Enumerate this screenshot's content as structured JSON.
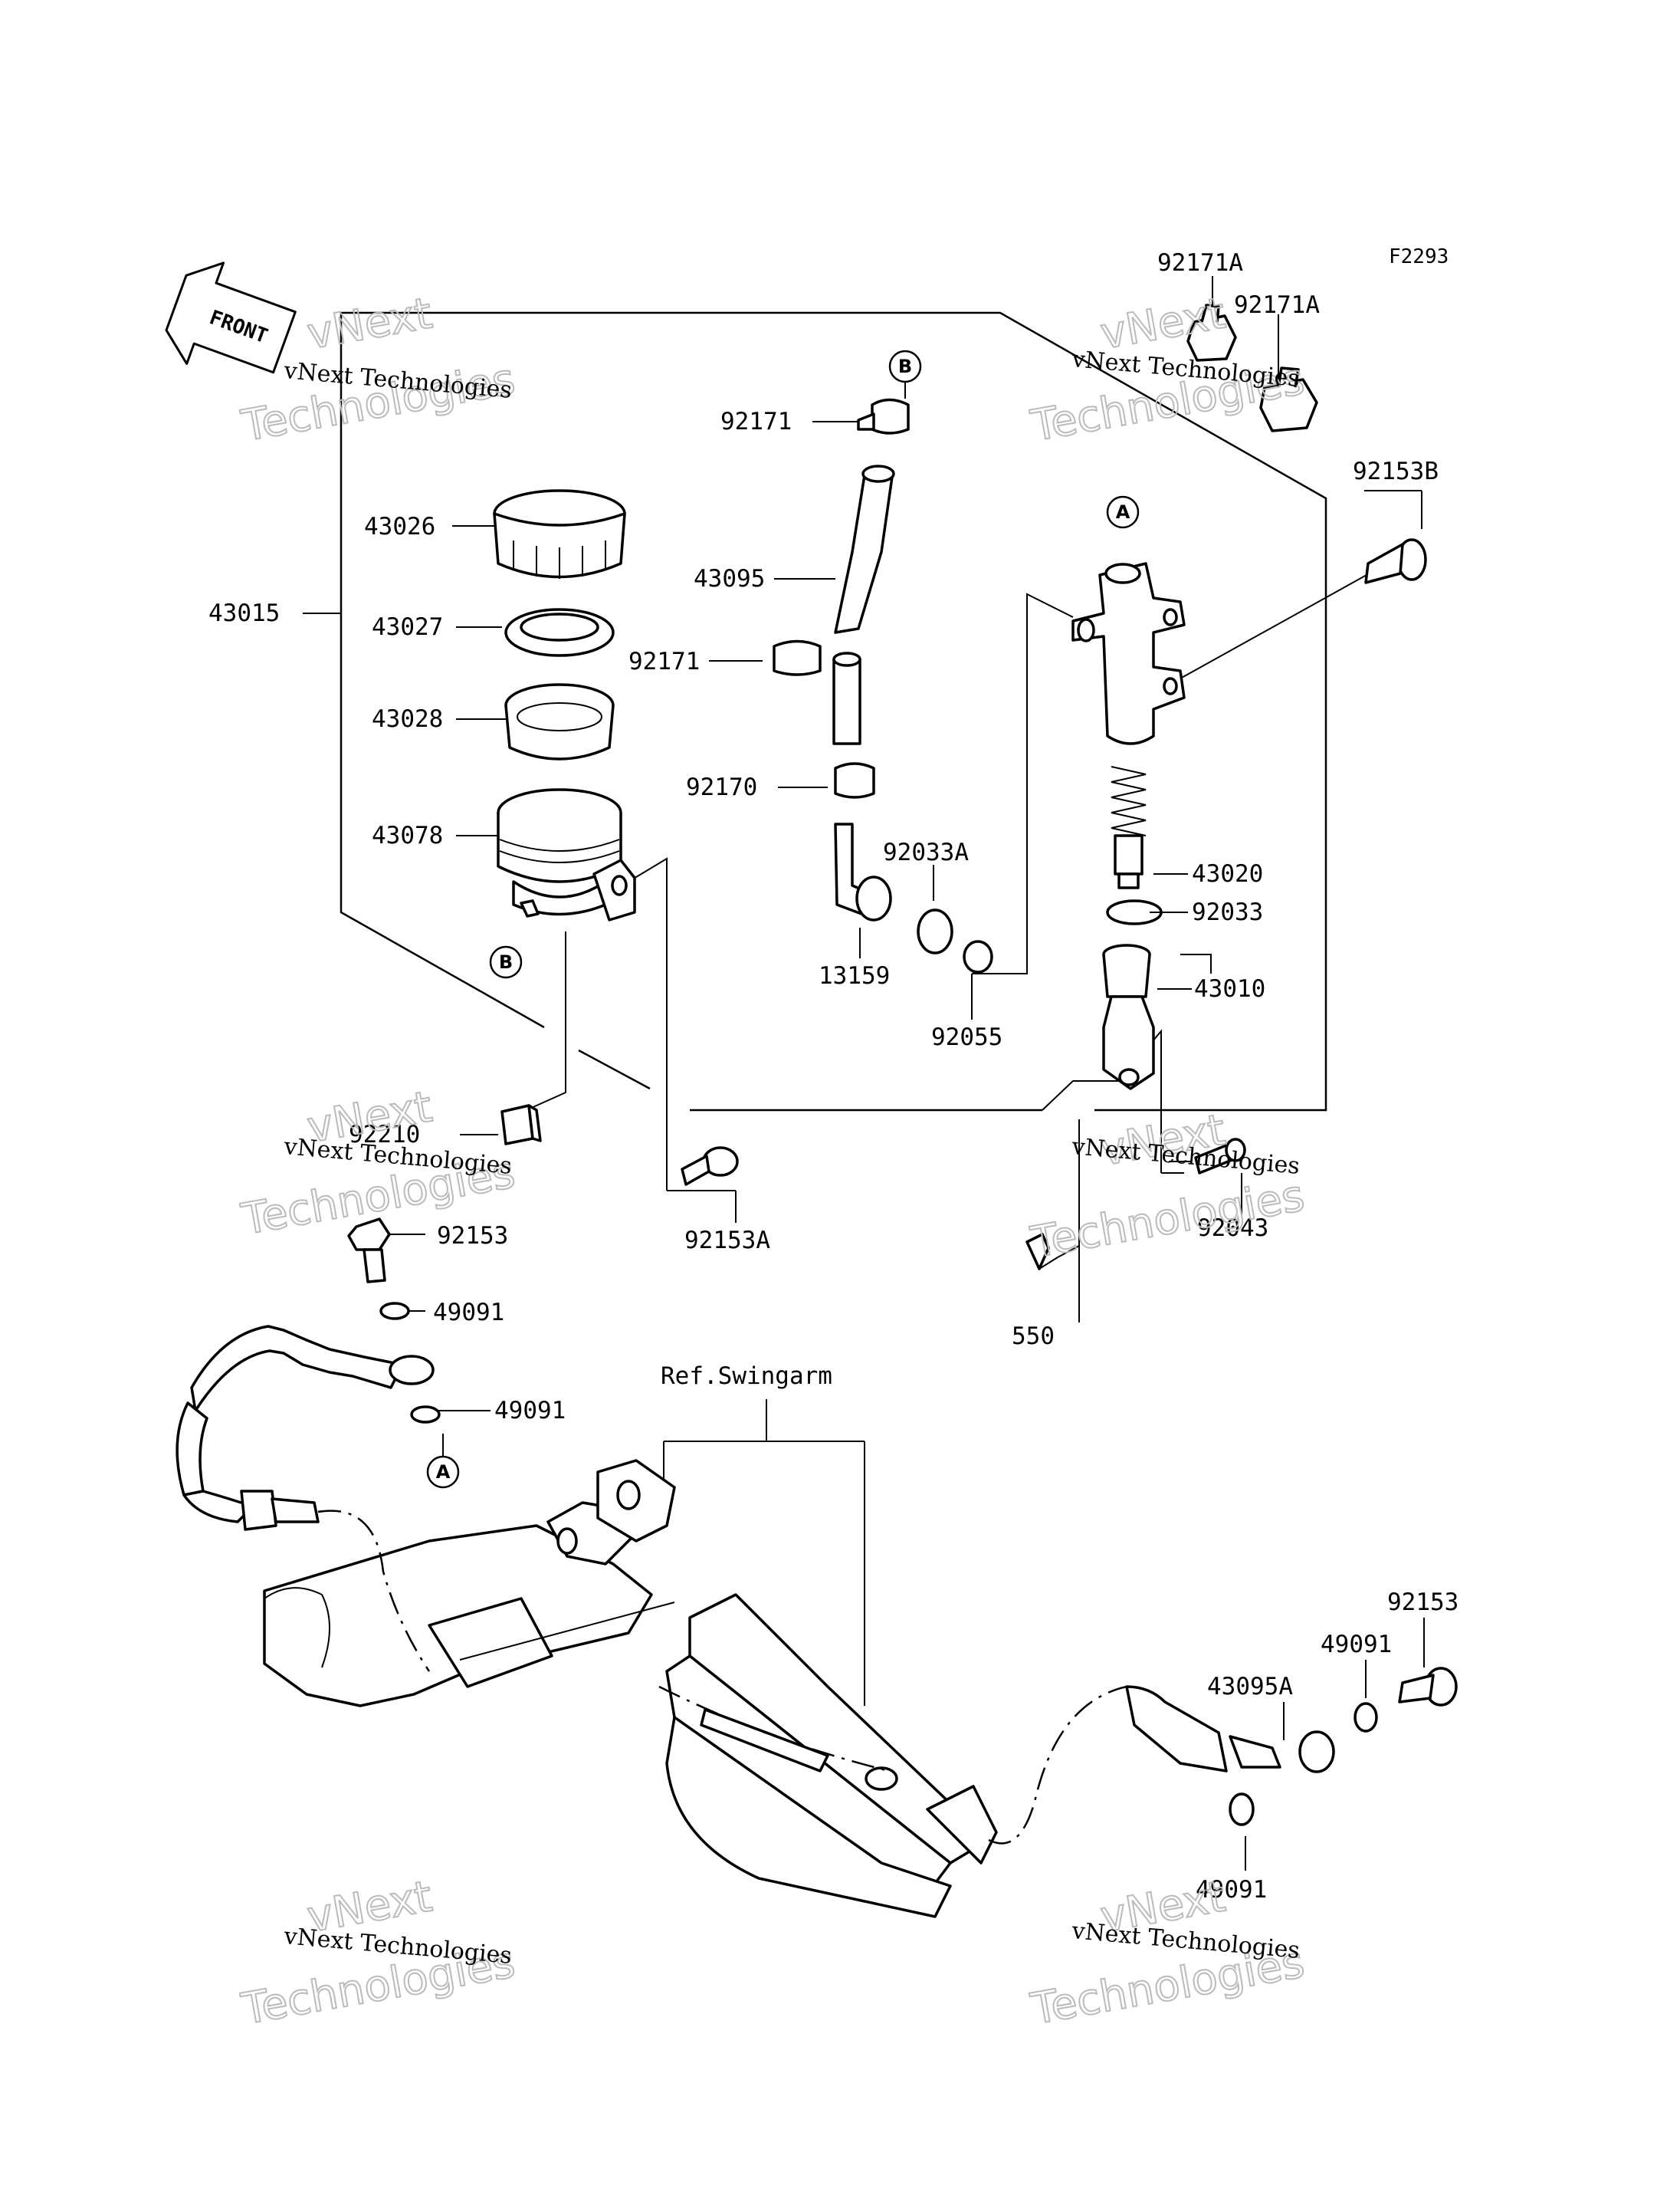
{
  "figure_code": "F2293",
  "front_label": "FRONT",
  "reference_label": "Ref.Swingarm",
  "callouts": {
    "A": "A",
    "B": "B"
  },
  "watermark": {
    "line1": "vNext Technologies",
    "line2": "vNext",
    "line3": "Technologies"
  },
  "parts": {
    "p92171A_1": "92171A",
    "p92171A_2": "92171A",
    "p92153B": "92153B",
    "p92171_top": "92171",
    "p43026": "43026",
    "p43095": "43095",
    "p43015": "43015",
    "p43027": "43027",
    "p92171_mid": "92171",
    "p43028": "43028",
    "p92170": "92170",
    "p43078": "43078",
    "p92033A": "92033A",
    "p43020": "43020",
    "p92033": "92033",
    "p13159": "13159",
    "p43010": "43010",
    "p92055": "92055",
    "p92210": "92210",
    "p92153A": "92153A",
    "p92043": "92043",
    "p92153_left": "92153",
    "p49091_a": "49091",
    "p550": "550",
    "p49091_b": "49091",
    "p92153_right": "92153",
    "p49091_c": "49091",
    "p43095A": "43095A",
    "p49091_d": "49091"
  }
}
